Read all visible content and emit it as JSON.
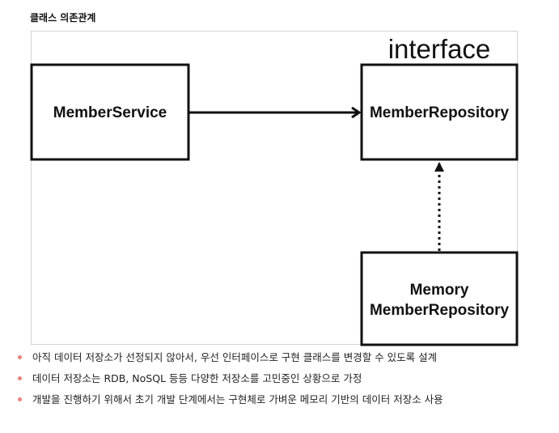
{
  "title": "클래스 의존관계",
  "diagram": {
    "stereotype": "interface",
    "member_service": "MemberService",
    "member_repository": "MemberRepository",
    "memory_line1": "Memory",
    "memory_line2": "MemberRepository",
    "bullet_color": "#e8837b"
  },
  "notes": [
    "아직 데이터 저장소가 선정되지 않아서, 우선 인터페이스로 구현 클래스를 변경할 수 있도록 설계",
    "데이터 저장소는 RDB, NoSQL 등등 다양한 저장소를 고민중인 상황으로 가정",
    "개발을 진행하기 위해서 초기 개발 단계에서는 구현체로 가벼운 메모리 기반의 데이터 저장소 사용"
  ]
}
